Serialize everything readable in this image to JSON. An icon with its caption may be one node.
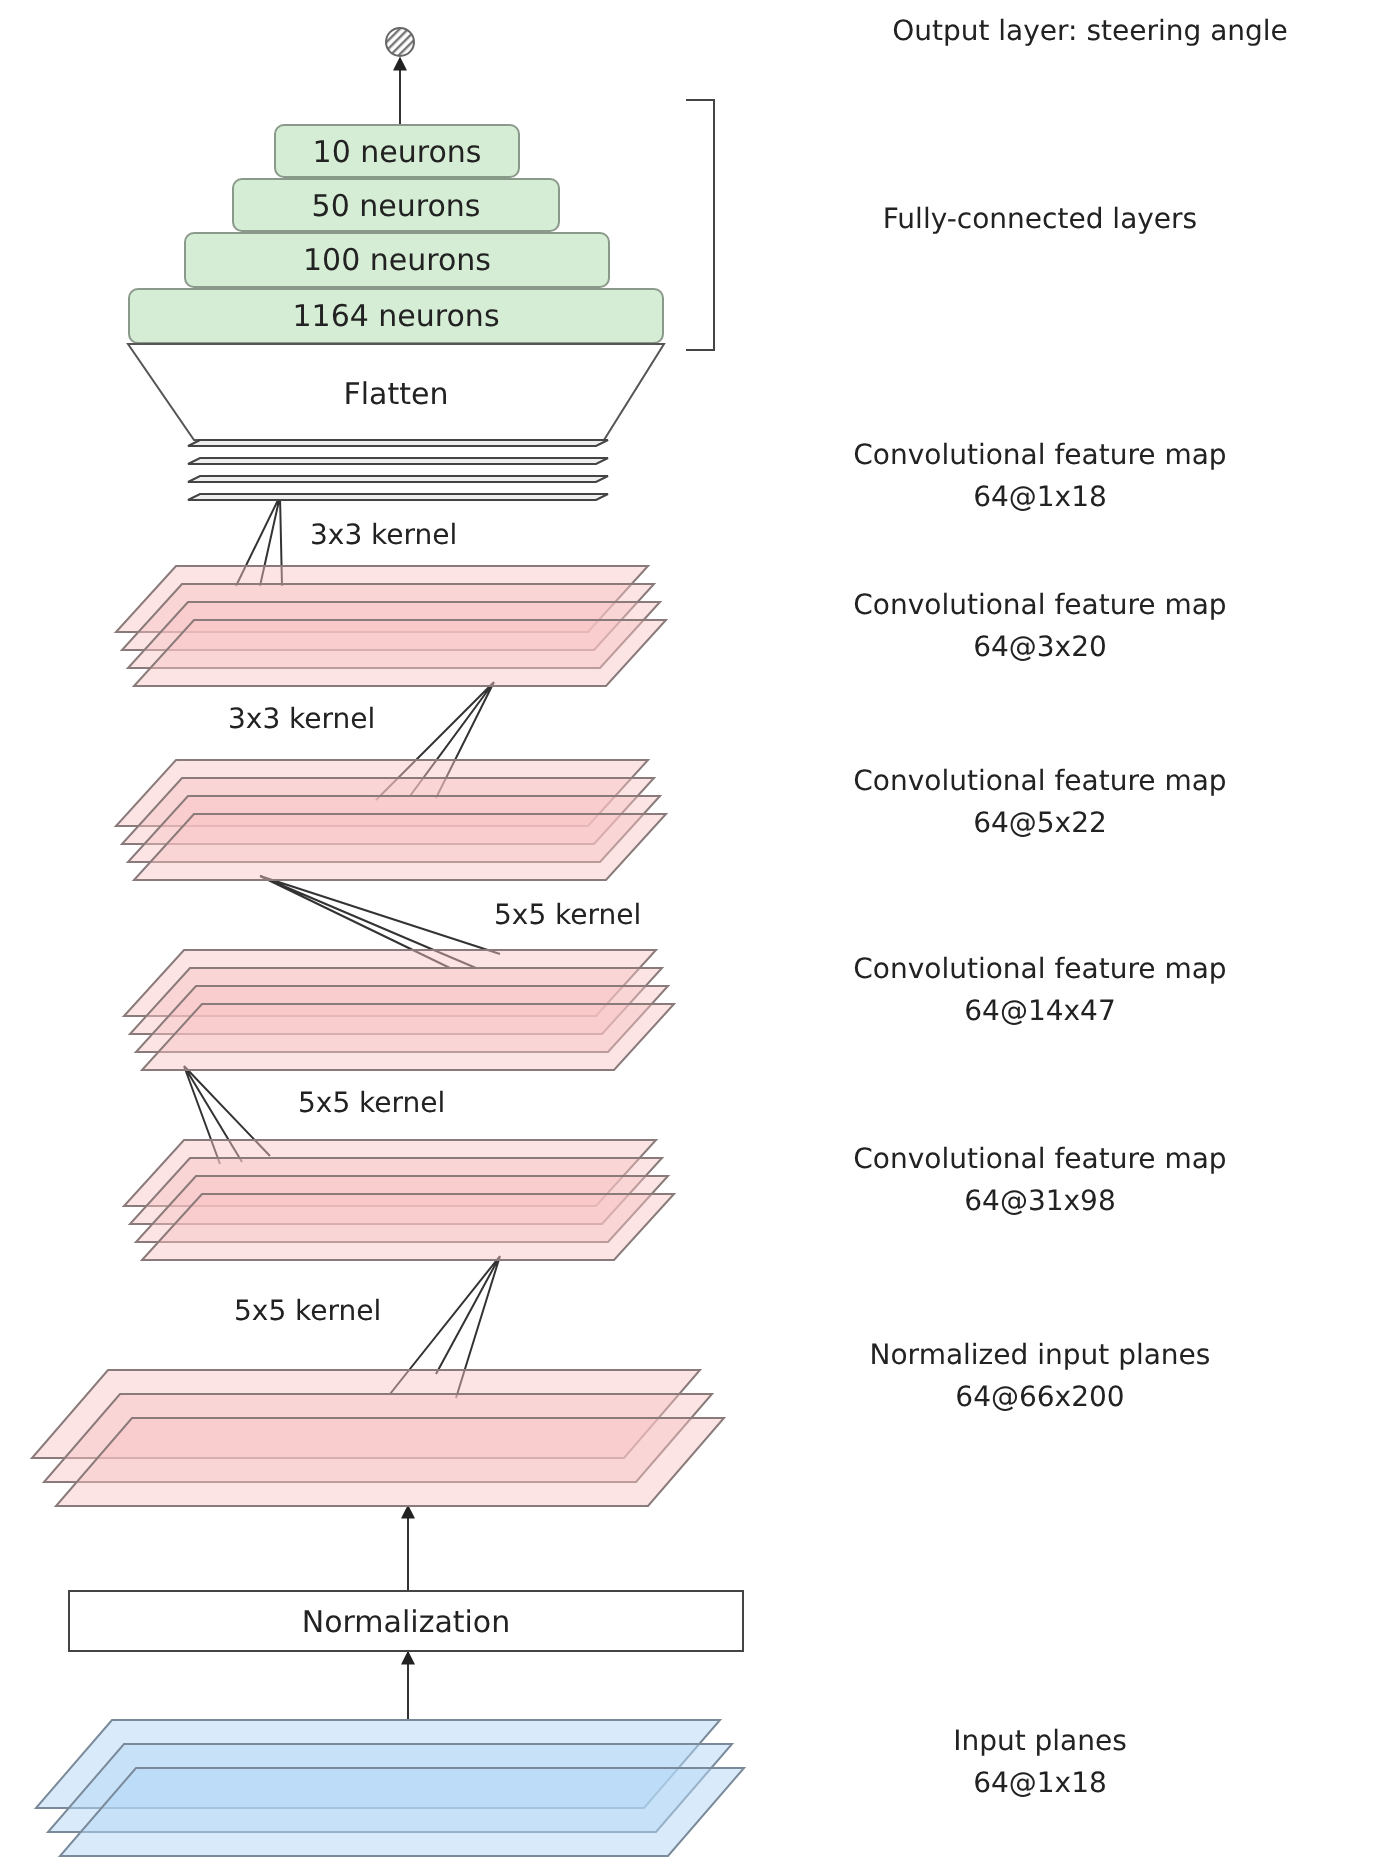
{
  "diagram": {
    "nodes": [
      {
        "text": [],
        "shape": "circle"
      },
      {
        "text": [
          "10 neurons"
        ]
      },
      {
        "text": [
          "50 neurons"
        ]
      },
      {
        "text": [
          "100 neurons"
        ]
      },
      {
        "text": [
          "1164 neurons"
        ]
      },
      {
        "text": [
          "Flatten"
        ]
      },
      {
        "text": [],
        "shape": "box"
      },
      {
        "text": [],
        "shape": "box"
      },
      {
        "text": [],
        "shape": "box"
      },
      {
        "text": [],
        "shape": "box"
      },
      {
        "text": [],
        "shape": "box"
      },
      {
        "text": [],
        "shape": "box"
      },
      {
        "text": [
          "Normalization"
        ]
      },
      {
        "text": [],
        "shape": "box"
      }
    ],
    "edges": [
      {
        "from": 1,
        "to": 0,
        "arrow": "to"
      },
      {
        "from": 7,
        "to": 6,
        "arrow": "none",
        "label": "3x3 kernel"
      },
      {
        "from": 8,
        "to": 7,
        "arrow": "none",
        "label": "3x3 kernel"
      },
      {
        "from": 9,
        "to": 8,
        "arrow": "none",
        "label": "5x5 kernel"
      },
      {
        "from": 10,
        "to": 9,
        "arrow": "none",
        "label": "5x5 kernel"
      },
      {
        "from": 11,
        "to": 10,
        "arrow": "none",
        "label": "5x5 kernel"
      },
      {
        "from": 12,
        "to": 11,
        "arrow": "to"
      },
      {
        "from": 13,
        "to": 12,
        "arrow": "to"
      }
    ],
    "labels": [
      "Output layer: steering angle",
      "Fully-connected layers",
      "Convolutional feature map 64@1x18",
      "Convolutional feature map 64@3x20",
      "Convolutional feature map 64@5x22",
      "Convolutional feature map 64@14x47",
      "Convolutional feature map 64@31x98",
      "Normalized input planes 64@66x200",
      "Input planes 64@1x18"
    ]
  }
}
